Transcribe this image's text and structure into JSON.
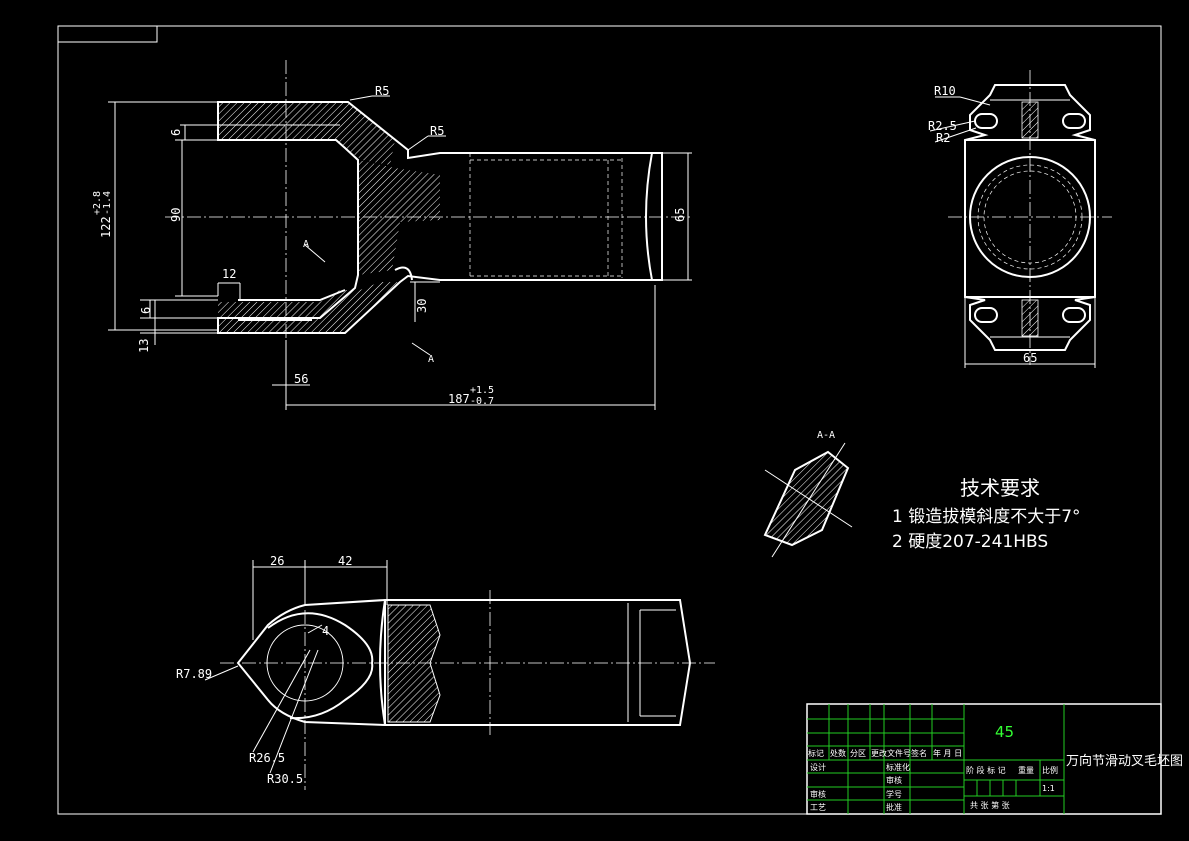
{
  "dimensions": {
    "main": {
      "r5_top": "R5",
      "r5_mid": "R5",
      "d6_top": "6",
      "d90": "90",
      "d122_base": "122",
      "d122_tol_upper": "+2.8",
      "d122_tol_lower": "-1.4",
      "d12": "12",
      "d6_bottom": "6",
      "d13": "13",
      "d30": "30",
      "d65": "65",
      "d56": "56",
      "d187_base": "187",
      "d187_tol_upper": "+1.5",
      "d187_tol_lower": "-0.7",
      "section_mark_1": "A",
      "section_mark_2": "A"
    },
    "side": {
      "r10": "R10",
      "r2_5": "R2.5",
      "r2": "R2",
      "d65": "65"
    },
    "section": {
      "label": "A-A"
    },
    "bottom": {
      "d26": "26",
      "d42": "42",
      "d4": "4",
      "r7_89": "R7.89",
      "r26_5": "R26.5",
      "r30_5": "R30.5"
    }
  },
  "tech_requirements": {
    "title": "技术要求",
    "items": [
      "1 锻造拔模斜度不大于7°",
      "2 硬度207-241HBS"
    ]
  },
  "title_block": {
    "material": "45",
    "drawing_name": "万向节滑动叉毛坯图",
    "scale": "1:1",
    "headers": [
      "标记",
      "处数",
      "分区",
      "更改文件号",
      "签名",
      "年 月 日"
    ],
    "label_design": "设计",
    "label_standard": "标准化",
    "label_review": "审核",
    "label_process": "工艺",
    "label_approve": "批准",
    "label_verify": "审核",
    "label_student_no": "学号",
    "stage_headers": [
      "阶 段 标 记",
      "重量",
      "比例"
    ],
    "sheet_row": "共  张  第  张"
  },
  "colors": {
    "background": "#000000",
    "lines": "#ffffff",
    "title_block_grid": "#22cc22",
    "material_text": "#33ff33"
  }
}
